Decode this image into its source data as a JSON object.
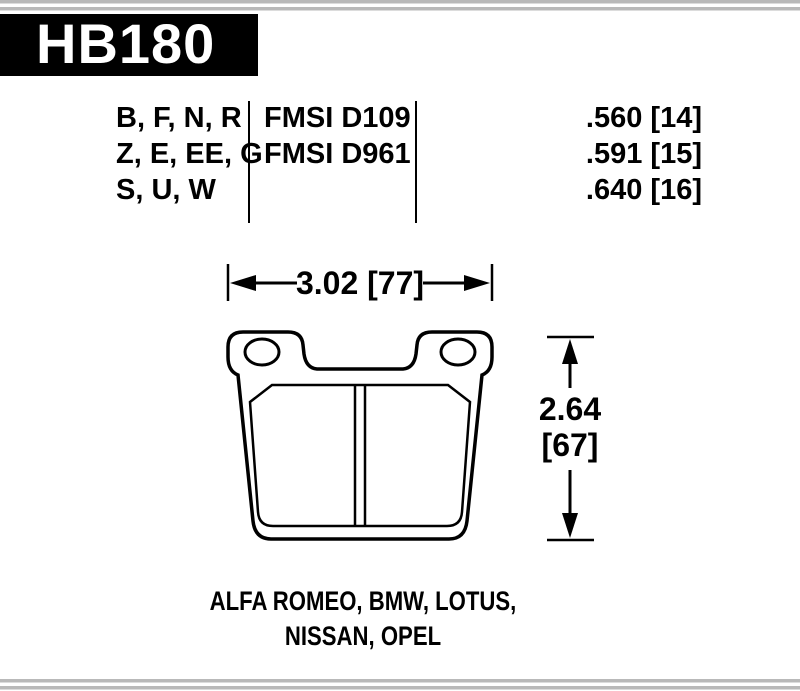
{
  "colors": {
    "ink": "#000000",
    "paper": "#ffffff",
    "stripe_gray": "#b9b9b9"
  },
  "part_number": "HB180",
  "spec_table": {
    "compounds": [
      "B, F, N, R",
      "Z, E, EE, G",
      "S, U, W"
    ],
    "fmsi": [
      "FMSI D109",
      "FMSI D961"
    ],
    "thicknesses": [
      ".560 [14]",
      ".591 [15]",
      ".640 [16]"
    ]
  },
  "dimensions": {
    "width": "3.02 [77]",
    "height_in": "2.64",
    "height_mm": "[67]"
  },
  "applications": {
    "line1": "ALFA ROMEO, BMW, LOTUS,",
    "line2": "NISSAN, OPEL"
  }
}
